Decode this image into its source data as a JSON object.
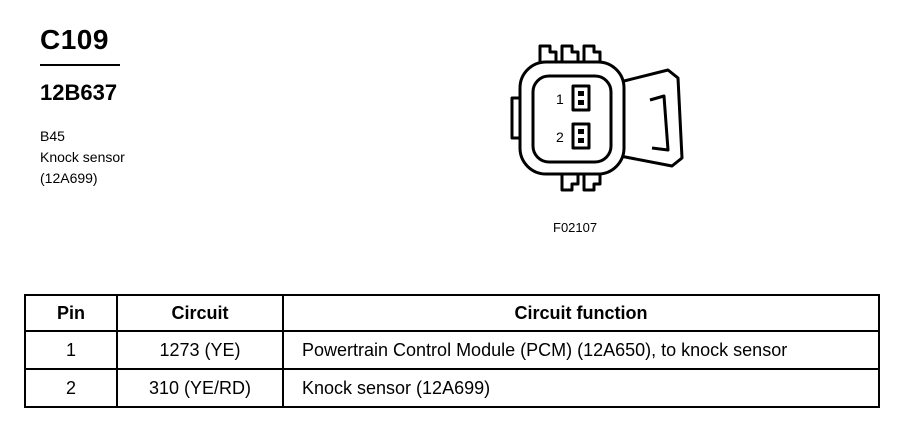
{
  "header": {
    "connector_id": "C109",
    "part_number": "12B637",
    "description_lines": [
      "B45",
      "Knock sensor",
      "(12A699)"
    ]
  },
  "diagram": {
    "pin_labels": [
      "1",
      "2"
    ],
    "figure_label": "F02107"
  },
  "table": {
    "headers": {
      "pin": "Pin",
      "circuit": "Circuit",
      "function": "Circuit function"
    },
    "rows": [
      {
        "pin": "1",
        "circuit": "1273 (YE)",
        "function": "Powertrain Control Module (PCM) (12A650), to knock sensor"
      },
      {
        "pin": "2",
        "circuit": "310 (YE/RD)",
        "function": "Knock sensor (12A699)"
      }
    ]
  }
}
